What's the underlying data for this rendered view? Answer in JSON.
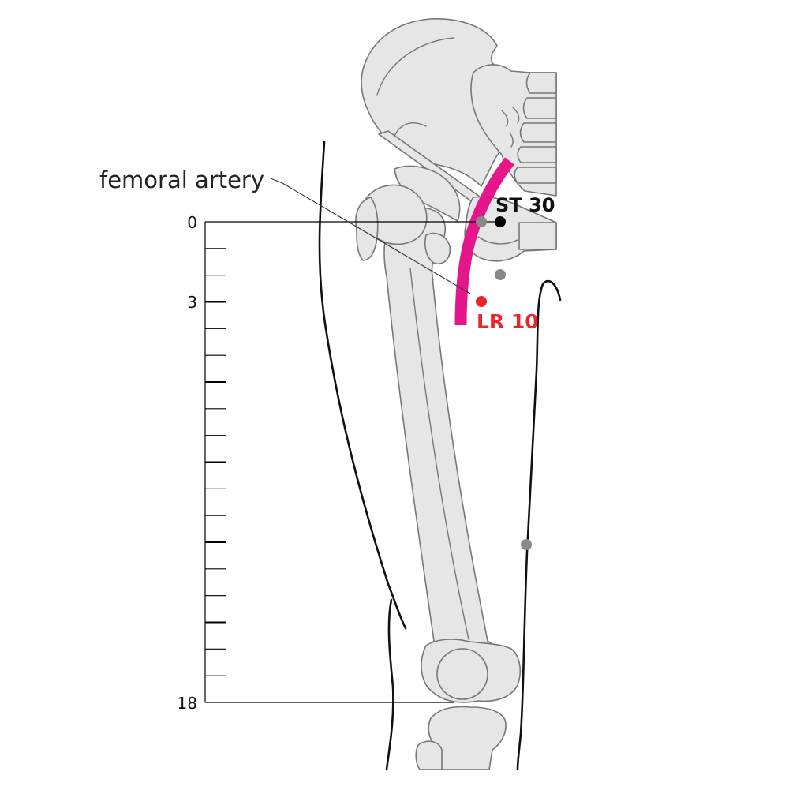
{
  "labels": {
    "artery": "femoral artery",
    "st30": "ST 30",
    "lr10": "LR 10"
  },
  "scale": {
    "top_label": "0",
    "mid_label": "3",
    "bottom_label": "18",
    "divisions": 18
  },
  "colors": {
    "artery": "#e5158a",
    "lr10_point": "#e8262a",
    "st30_point": "#000000",
    "other_points": "#888888",
    "bone_fill": "#e6e6e6",
    "bone_outline": "#777777",
    "skin_outline": "#111111"
  }
}
